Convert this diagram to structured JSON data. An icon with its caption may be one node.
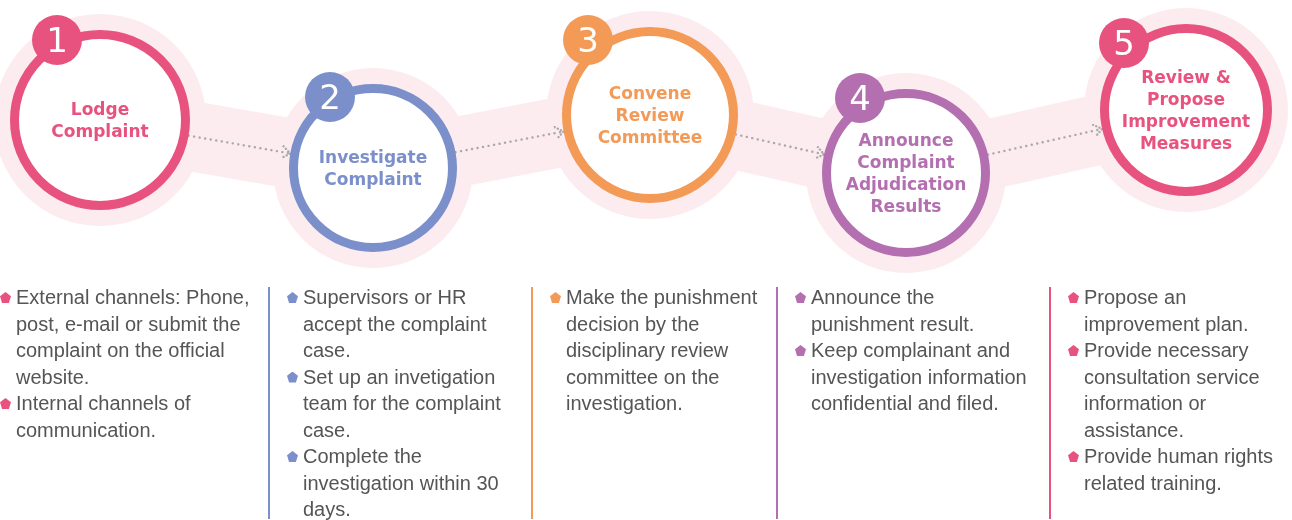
{
  "diagram": {
    "nodes": [
      {
        "text": [
          "1",
          "Lodge Complaint"
        ]
      },
      {
        "text": [
          "2",
          "Investigate Complaint"
        ]
      },
      {
        "text": [
          "3",
          "Convene Review Committee"
        ]
      },
      {
        "text": [
          "4",
          "Announce Complaint Adjudication Results"
        ]
      },
      {
        "text": [
          "5",
          "Review & Propose Improvement Measures"
        ]
      }
    ],
    "edges": [
      {
        "from": 0,
        "to": 1,
        "arrow": "to",
        "style": "dashed"
      },
      {
        "from": 1,
        "to": 2,
        "arrow": "to",
        "style": "dashed"
      },
      {
        "from": 2,
        "to": 3,
        "arrow": "to",
        "style": "dashed"
      },
      {
        "from": 3,
        "to": 4,
        "arrow": "to",
        "style": "dashed"
      }
    ],
    "labels": [
      "External channels: Phone, post, e-mail or submit the complaint on the official website.",
      "Internal channels of communication.",
      "Supervisors or HR accept the complaint case.",
      "Set up an invetigation team for the complaint case.",
      "Complete the investigation within 30 days.",
      "Make the punishment decision by the disciplinary review committee on the investigation.",
      "Announce the punishment result.",
      "Keep complainant and investigation information confidential and filed.",
      "Propose an improvement plan.",
      "Provide necessary consultation service information or assistance.",
      "Provide human rights related training."
    ]
  }
}
